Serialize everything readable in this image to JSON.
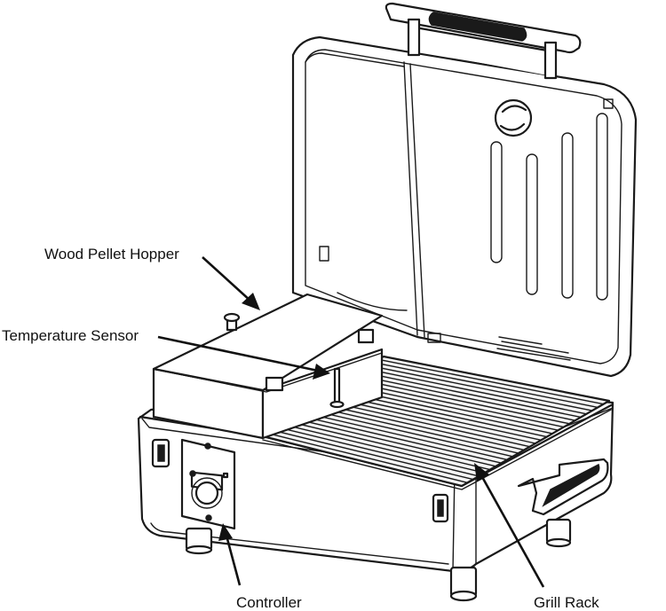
{
  "labels": {
    "hopper": "Wood Pellet Hopper",
    "sensor": "Temperature Sensor",
    "controller": "Controller",
    "grill_rack": "Grill Rack"
  }
}
